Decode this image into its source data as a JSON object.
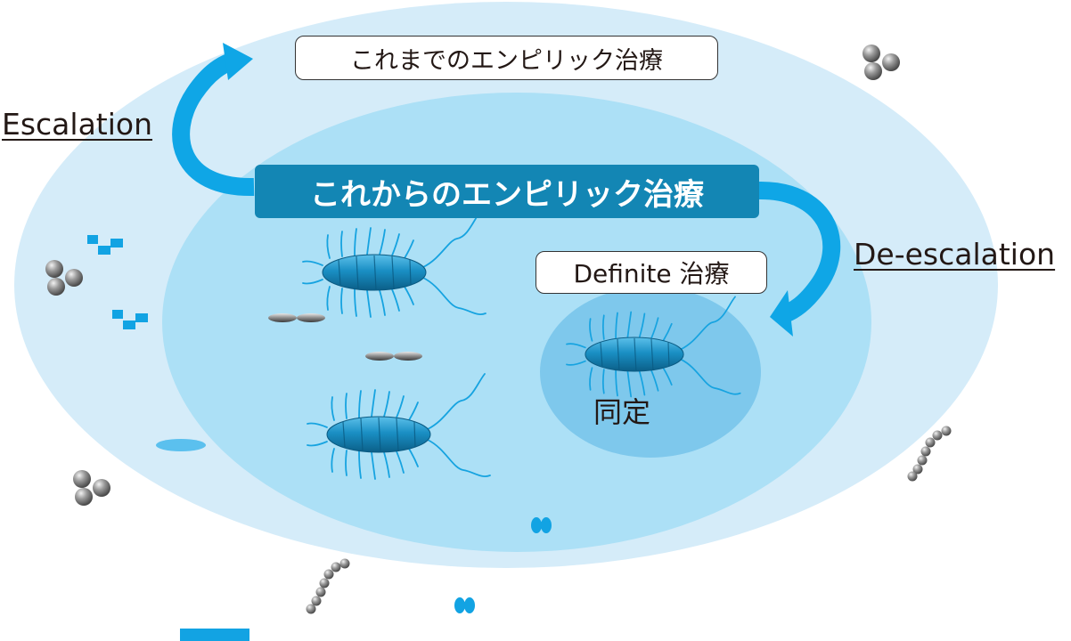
{
  "labels": {
    "previous_empiric": "これまでのエンピリック治療",
    "future_empiric": "これからのエンピリック治療",
    "definite": "Definite 治療",
    "identified": "同定",
    "escalation": "Escalation",
    "de_escalation": "De-escalation"
  },
  "colors": {
    "outer_ellipse": "#d5ecf9",
    "middle_ellipse": "#ace0f6",
    "inner_circle": "#7ec8ec",
    "arrow": "#0fa6e6",
    "dark_box": "#1386b4",
    "bacteria_body": "#1a8fc4",
    "flagella": "#16a3e0",
    "gray_cocci": "#8a8a8a",
    "blue_squares": "#12a3e3"
  },
  "icons": [
    "curved-arrow-icon",
    "bacillus-icon",
    "coccus-cluster-icon",
    "streptococcus-chain-icon",
    "diplococcus-icon"
  ]
}
